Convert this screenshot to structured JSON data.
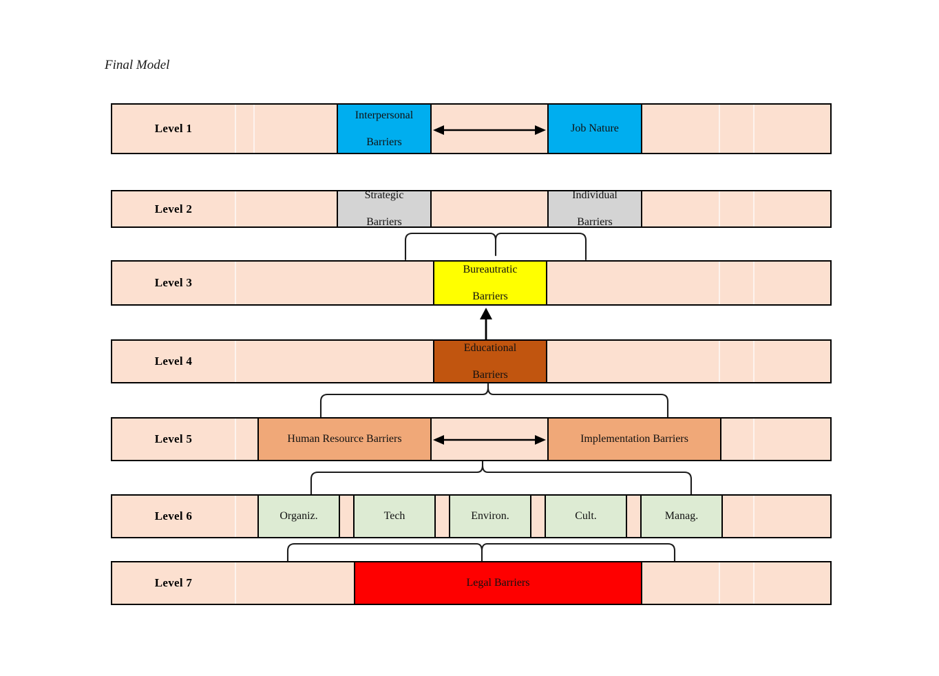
{
  "title": "Final Model",
  "palette": {
    "row_background": "#fce0d0",
    "divider": "#fdf3ee",
    "border": "#000000",
    "level1_box": "#00aeef",
    "level2_box": "#d4d4d4",
    "level3_box": "#ffff00",
    "level4_box": "#c1550f",
    "level5_box": "#f0a878",
    "level6_box": "#ddebd3",
    "level7_box": "#fe0000"
  },
  "levels": [
    {
      "id": "level-1",
      "label": "Level 1",
      "nodes": [
        {
          "name": "interpersonal-barriers",
          "text": "Interpersonal\nBarriers",
          "color": "#00aeef"
        },
        {
          "name": "job-nature",
          "text": "Job Nature",
          "color": "#00aeef"
        }
      ]
    },
    {
      "id": "level-2",
      "label": "Level 2",
      "nodes": [
        {
          "name": "strategic-barriers",
          "text": "Strategic\nBarriers",
          "color": "#d4d4d4"
        },
        {
          "name": "individual-barriers",
          "text": "Individual\nBarriers",
          "color": "#d4d4d4"
        }
      ]
    },
    {
      "id": "level-3",
      "label": "Level 3",
      "nodes": [
        {
          "name": "bureautratic-barriers",
          "text": "Bureautratic\nBarriers",
          "color": "#ffff00"
        }
      ]
    },
    {
      "id": "level-4",
      "label": "Level 4",
      "nodes": [
        {
          "name": "educational-barriers",
          "text": "Educational\nBarriers",
          "color": "#c1550f"
        }
      ]
    },
    {
      "id": "level-5",
      "label": "Level 5",
      "nodes": [
        {
          "name": "human-resource-barriers",
          "text": "Human Resource Barriers",
          "color": "#f0a878"
        },
        {
          "name": "implementation-barriers",
          "text": "Implementation Barriers",
          "color": "#f0a878"
        }
      ]
    },
    {
      "id": "level-6",
      "label": "Level 6",
      "nodes": [
        {
          "name": "organiz-barriers",
          "text": "Organiz.",
          "color": "#ddebd3"
        },
        {
          "name": "tech-barriers",
          "text": "Tech",
          "color": "#ddebd3"
        },
        {
          "name": "environ-barriers",
          "text": "Environ.",
          "color": "#ddebd3"
        },
        {
          "name": "cult-barriers",
          "text": "Cult.",
          "color": "#ddebd3"
        },
        {
          "name": "manag-barriers",
          "text": "Manag.",
          "color": "#ddebd3"
        }
      ]
    },
    {
      "id": "level-7",
      "label": "Level 7",
      "nodes": [
        {
          "name": "legal-barriers",
          "text": "Legal Barriers",
          "color": "#fe0000"
        }
      ]
    }
  ],
  "connectors": [
    {
      "name": "arrow-interpersonal-jobnature",
      "kind": "double-arrow-horizontal",
      "between": [
        "interpersonal-barriers",
        "job-nature"
      ]
    },
    {
      "name": "brace-level2-to-level3",
      "kind": "brace-down",
      "from": [
        "strategic-barriers",
        "individual-barriers"
      ],
      "to": "bureautratic-barriers"
    },
    {
      "name": "arrow-level4-to-level3",
      "kind": "arrow-up",
      "from": "educational-barriers",
      "to": "bureautratic-barriers"
    },
    {
      "name": "brace-level5-to-level4",
      "kind": "brace-up",
      "from": [
        "human-resource-barriers",
        "implementation-barriers"
      ],
      "to": "educational-barriers"
    },
    {
      "name": "arrow-humanresource-implementation",
      "kind": "double-arrow-horizontal",
      "between": [
        "human-resource-barriers",
        "implementation-barriers"
      ]
    },
    {
      "name": "brace-level6-to-level5",
      "kind": "brace-up",
      "from": [
        "organiz-barriers",
        "manag-barriers"
      ],
      "to": "human-resource-barriers"
    },
    {
      "name": "brace-level6-to-level7",
      "kind": "brace-down",
      "from": [
        "organiz-barriers",
        "manag-barriers"
      ],
      "to": "legal-barriers"
    }
  ]
}
